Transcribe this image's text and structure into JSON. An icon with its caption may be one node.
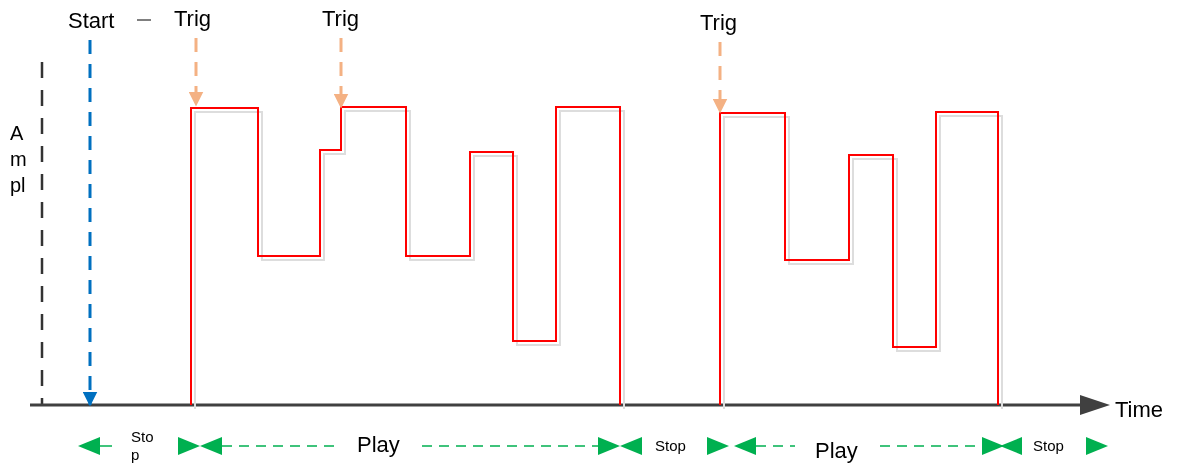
{
  "diagram": {
    "nodes": [
      {
        "text": [
          "Start"
        ]
      },
      {
        "text": [
          "Trig"
        ]
      },
      {
        "text": [
          "Trig"
        ]
      },
      {
        "text": [
          "Trig"
        ]
      }
    ],
    "edges": [
      {
        "from": 0,
        "to": null,
        "arrow": "to",
        "style": "dashed",
        "color": "#0070c0"
      },
      {
        "from": 1,
        "to": null,
        "arrow": "to",
        "style": "dashed"
      },
      {
        "from": 2,
        "to": null,
        "arrow": "to",
        "style": "dashed"
      },
      {
        "from": 3,
        "to": null,
        "arrow": "to",
        "style": "dashed"
      }
    ],
    "labels": [
      "Ampl",
      "Time",
      "Stop",
      "Play",
      "Stop",
      "Play",
      "Stop"
    ]
  }
}
